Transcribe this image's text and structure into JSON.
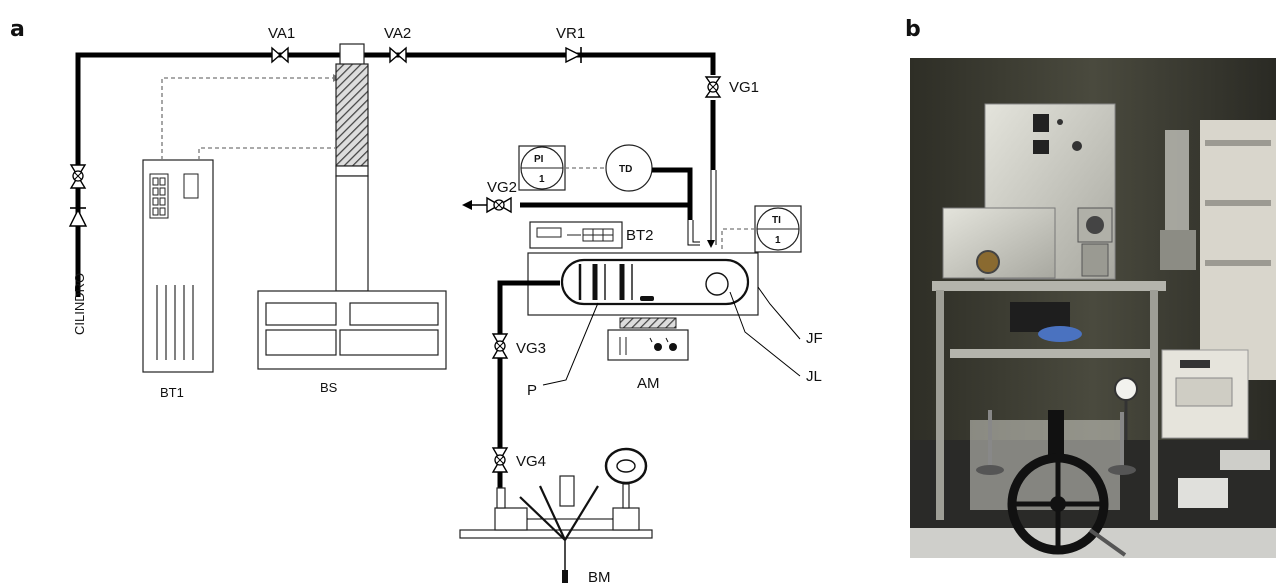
{
  "panels": {
    "a": "a",
    "b": "b"
  },
  "labels": {
    "va1": "VA1",
    "va2": "VA2",
    "vr1": "VR1",
    "vg1": "VG1",
    "vg2": "VG2",
    "vg3": "VG3",
    "vg4": "VG4",
    "cilindro": "CILINDRO",
    "bt1": "BT1",
    "bs": "BS",
    "bt2": "BT2",
    "pi": "PI",
    "pi_num": "1",
    "td": "TD",
    "ti": "TI",
    "ti_num": "1",
    "jf": "JF",
    "jl": "JL",
    "p": "P",
    "am": "AM",
    "bm": "BM"
  },
  "colors": {
    "line": "#000000",
    "signal": "#777777",
    "photo_background": "#3a3a30",
    "steel": "#c8c8c0"
  }
}
